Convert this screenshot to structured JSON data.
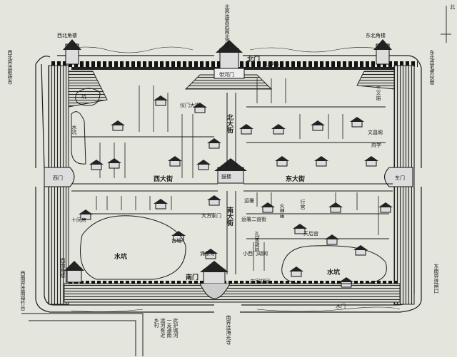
{
  "compass": {
    "north_label": "北"
  },
  "outside": {
    "north_link": "北界连真武阁北浮桥",
    "northwest_link": "西北界连板桥市",
    "northeast_link": "东北连毛贾伙巷",
    "southwest_link": "西南界连南禅竹台",
    "southeast_link": "东南界连闸口",
    "south_link": "南界连海光寺",
    "moat_note": "此护城河一支通南运河有近乡村"
  },
  "wall": {
    "nw_tower": "西北角楼",
    "ne_tower": "东北角楼",
    "sw_tower": "西南角楼",
    "north_gate": "北门",
    "north_gate_name": "带河门",
    "south_gate": "南门",
    "water_gate": "水门",
    "west_gate": "西门",
    "east_gate": "东门"
  },
  "streets": {
    "west": "西大街",
    "east": "东大街",
    "south": "南大街",
    "north": "北大街",
    "yimen": "仪门大街"
  },
  "landmarks": {
    "drum_tower": "鼓楼",
    "west_lake": "水坑",
    "east_lake": "水坑",
    "nw_pond": "坑",
    "west_pond": "水坑",
    "wenchang": "文昌阁",
    "fuxue": "府学",
    "sanyi": "三义庙",
    "shanshen": "山神庙",
    "yongquan": "涌泉寺",
    "taicheng": "台城",
    "shijianfang": "十间房",
    "yamen": "运署",
    "xingyuan": "行宫",
    "huoshen": "火神庙",
    "zhuangjia": "庄家胡同",
    "dafang": "大方家门",
    "yundu": "运署二道街",
    "tianhou": "天后宫",
    "kongjia": "孔家胡同",
    "xiaoxiya": "小西门胡同"
  }
}
